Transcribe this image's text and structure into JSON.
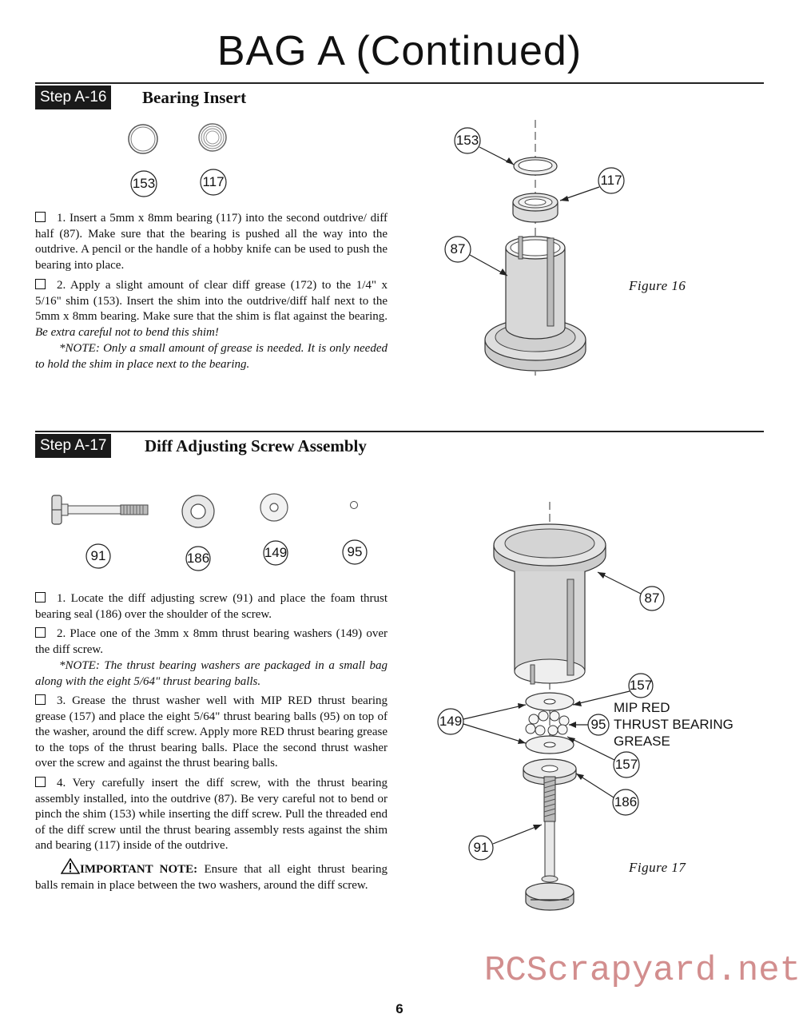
{
  "header": {
    "title": "BAG A (Continued)"
  },
  "step16": {
    "tag": "Step A-16",
    "title": "Bearing Insert",
    "parts": [
      "153",
      "117"
    ],
    "paragraphs": [
      "1. Insert a 5mm x 8mm bearing (117) into the second outdrive/ diff half (87). Make sure that the bearing is pushed all the way into the outdrive. A pencil or the handle of a hobby knife can be used to push the bearing into place.",
      "2. Apply a slight amount of clear diff grease (172) to the 1/4\" x  5/16\" shim (153). Insert the shim into the outdrive/diff half  next to the 5mm x 8mm bearing. Make sure that the shim is flat against the bearing."
    ],
    "caution": "Be extra careful not to bend this shim!",
    "note": "*NOTE: Only a small amount of grease is needed. It is only needed to hold the shim in place next to the bearing.",
    "figure": {
      "caption": "Figure 16",
      "callouts": [
        "153",
        "117",
        "87"
      ]
    }
  },
  "step17": {
    "tag": "Step A-17",
    "title": "Diff Adjusting Screw Assembly",
    "parts": [
      "91",
      "186",
      "149",
      "95"
    ],
    "paragraphs": [
      "1. Locate the diff adjusting screw (91) and place the foam thrust bearing seal (186) over the shoulder of the screw.",
      "2. Place one of the 3mm x 8mm thrust bearing washers (149) over the diff screw."
    ],
    "note": "*NOTE: The thrust bearing washers are packaged in a small bag along with the eight 5/64\" thrust bearing balls.",
    "paragraphs2": [
      "3. Grease the thrust washer well with MIP RED thrust bearing grease (157) and place the eight 5/64\" thrust bearing balls (95) on top of the washer, around the diff screw. Apply more RED thrust bearing grease to the tops of the thrust bearing balls. Place the second thrust washer over the screw and against the thrust bearing balls.",
      "4. Very carefully insert the diff screw, with the thrust bearing assembly installed, into the outdrive (87). Be very careful not to bend or pinch the shim (153) while inserting the diff screw. Pull the threaded end of the diff screw until the thrust bearing assembly rests against the shim and bearing (117) inside of the outdrive."
    ],
    "important_label": "IMPORTANT NOTE:",
    "important_text": "Ensure that all eight thrust bearing balls remain in place between the two washers, around the diff screw.",
    "figure": {
      "caption": "Figure 17",
      "callouts": [
        "87",
        "157",
        "149",
        "95",
        "157",
        "186",
        "91"
      ],
      "grease_label": [
        "MIP RED",
        "THRUST BEARING",
        "GREASE"
      ]
    }
  },
  "footer": {
    "page_number": "6",
    "watermark": "RCScrapyard.net"
  }
}
